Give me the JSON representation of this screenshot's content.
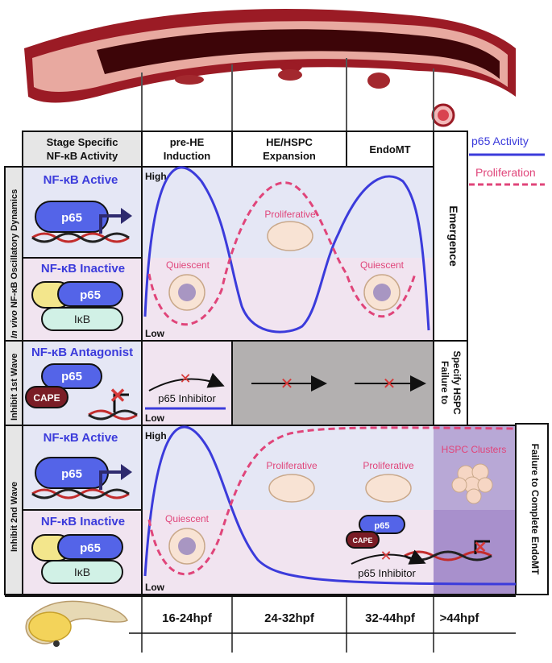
{
  "header_cells": {
    "stage": [
      "Stage Specific",
      "NF-κB Activity"
    ],
    "col1": [
      "pre-HE",
      "Induction"
    ],
    "col2": [
      "HE/HSPC",
      "Expansion"
    ],
    "col3": [
      "EndoMT"
    ]
  },
  "legend": {
    "p65": "p65 Activity",
    "proliferation": "Proliferation"
  },
  "side_labels": {
    "oscillatory_italic": "In vivo",
    "oscillatory_rest": " NF-κB Oscillatory Dynamics",
    "first_wave": "Inhibit 1st Wave",
    "second_wave": "Inhibit 2nd Wave"
  },
  "rows": {
    "active": "NF-κB Active",
    "inactive": "NF-κB Inactive",
    "antagonist": "NF-κB Antagonist"
  },
  "proteins": {
    "p65": "p65",
    "ikb": "IκB",
    "cape": "CAPE"
  },
  "levels": {
    "high": "High",
    "low": "Low"
  },
  "cell_states": {
    "proliferative": "Proliferative",
    "quiescent": "Quiescent",
    "hspc_clusters": "HSPC Clusters"
  },
  "inhibitor": "p65 Inhibitor",
  "outcomes": {
    "emergence": "Emergence",
    "failure_specify": [
      "Failure",
      "to",
      "Specify",
      "HSPC"
    ],
    "failure_endomt": "Failure to Complete EndoMT"
  },
  "timepoints": [
    "16-24hpf",
    "24-32hpf",
    "32-44hpf",
    ">44hpf"
  ],
  "colors": {
    "p65_line": "#3b3bdb",
    "proliferation_line": "#e0457a",
    "active_bg": "#e5e7f5",
    "inactive_bg": "#f1e4f0",
    "blocked_bg": "#b3b0b0"
  }
}
